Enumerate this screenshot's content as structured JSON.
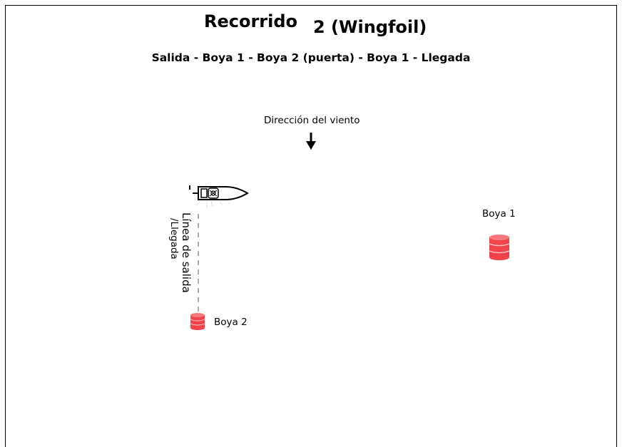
{
  "title": {
    "part1": "Recorrido",
    "part2": "2 (Wingfoil)"
  },
  "subtitle": "Salida - Boya 1 - Boya 2 (puerta) - Boya 1 - Llegada",
  "wind": {
    "label": "Dirección del viento",
    "icon": "arrow-down-icon"
  },
  "start_line": {
    "label_line1": "Línea de salida",
    "label_line2": "/Llegada"
  },
  "buoys": [
    {
      "label": "Boya 1",
      "icon": "buoy-icon"
    },
    {
      "label": "Boya 2",
      "icon": "buoy-icon"
    }
  ],
  "boat": {
    "icon": "committee-boat-icon"
  },
  "colors": {
    "buoy": "#f0434a",
    "buoy_light": "#f8797d",
    "ink": "#000000"
  }
}
